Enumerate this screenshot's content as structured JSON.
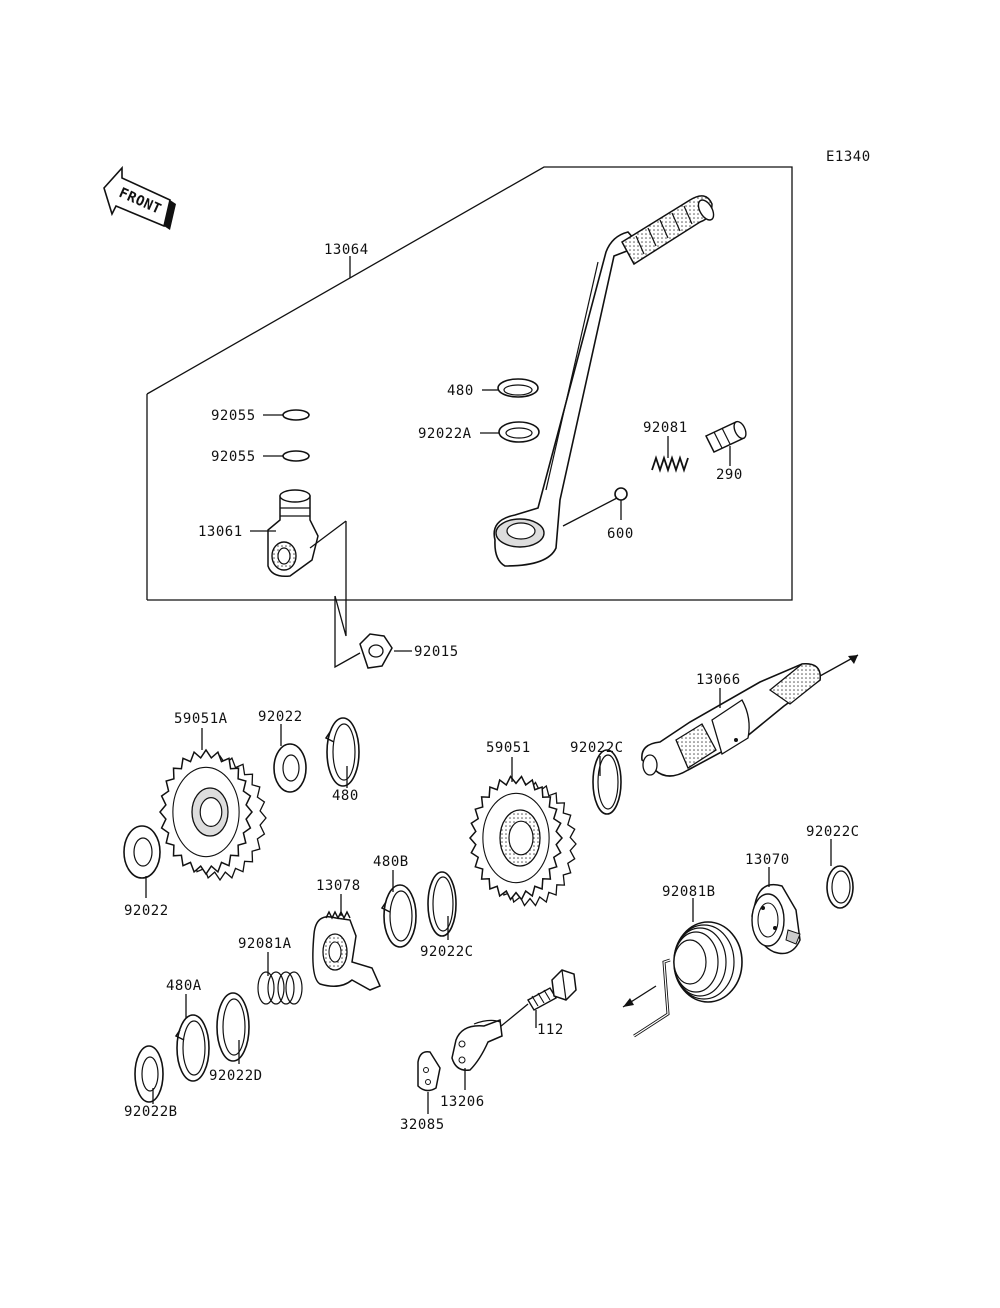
{
  "diagram_code": "E1340",
  "front_arrow_text": "FRONT",
  "labels": {
    "p13064": "13064",
    "p480_top": "480",
    "p92022A": "92022A",
    "p92055_a": "92055",
    "p92055_b": "92055",
    "p92081": "92081",
    "p290": "290",
    "p13061": "13061",
    "p600": "600",
    "p92015": "92015",
    "p13066": "13066",
    "p59051A": "59051A",
    "p92022_top": "92022",
    "p480_mid": "480",
    "p59051": "59051",
    "p92022C_a": "92022C",
    "p92022_left": "92022",
    "p480B": "480B",
    "p13078": "13078",
    "p92022C_b": "92022C",
    "p92022C_right": "92022C",
    "p13070": "13070",
    "p92081B": "92081B",
    "p92081A": "92081A",
    "p480A": "480A",
    "p92022D": "92022D",
    "p112": "112",
    "p13206": "13206",
    "p92022B": "92022B",
    "p32085": "32085"
  }
}
